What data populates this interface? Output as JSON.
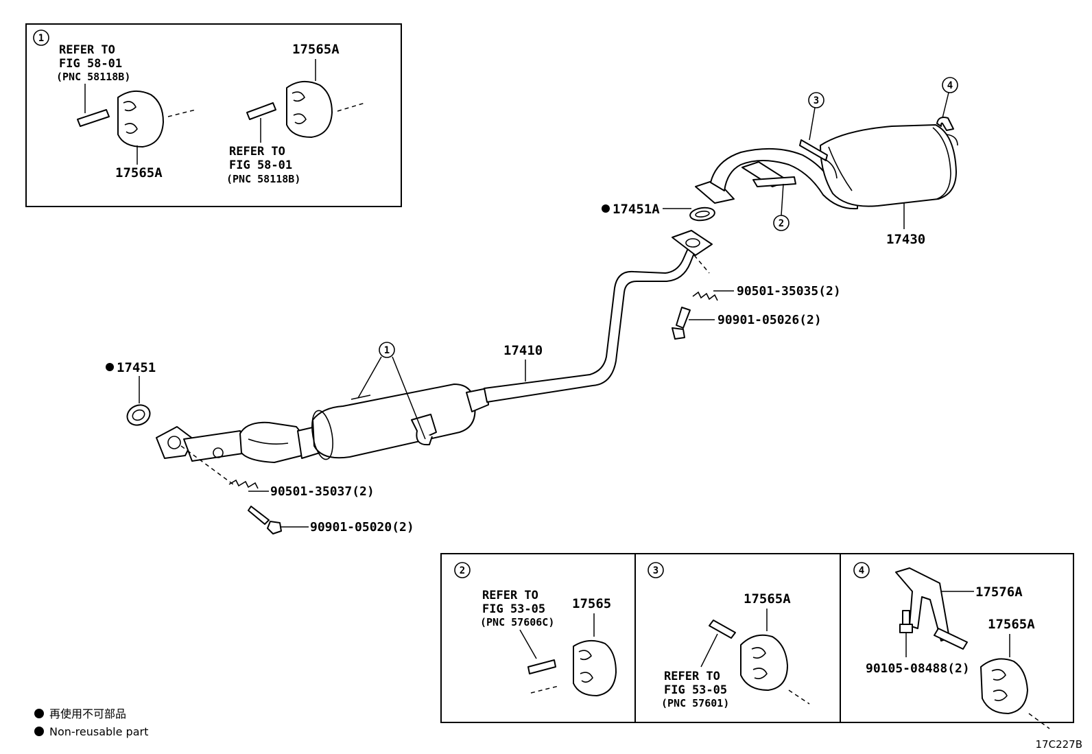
{
  "inset1": {
    "callout": "1",
    "left": {
      "ref_line1": "REFER TO",
      "ref_line2": "FIG 58-01",
      "ref_pnc": "(PNC 58118B)",
      "part": "17565A"
    },
    "right": {
      "ref_line1": "REFER TO",
      "ref_line2": "FIG 58-01",
      "ref_pnc": "(PNC 58118B)",
      "part": "17565A"
    }
  },
  "main": {
    "gasket_front": "17451",
    "gasket_rear": "17451A",
    "front_pipe": "17410",
    "tail_pipe": "17430",
    "spring_front": "90501-35037(2)",
    "bolt_front": "90901-05020(2)",
    "spring_rear": "90501-35035(2)",
    "bolt_rear": "90901-05026(2)",
    "callout_1": "1",
    "callout_2": "2",
    "callout_3": "3",
    "callout_4": "4"
  },
  "inset2": {
    "callout": "2",
    "ref_line1": "REFER TO",
    "ref_line2": "FIG 53-05",
    "ref_pnc": "(PNC 57606C)",
    "part": "17565"
  },
  "inset3": {
    "callout": "3",
    "ref_line1": "REFER TO",
    "ref_line2": "FIG 53-05",
    "ref_pnc": "(PNC 57601)",
    "part": "17565A"
  },
  "inset4": {
    "callout": "4",
    "bracket": "17576A",
    "bolt": "90105-08488(2)",
    "part": "17565A"
  },
  "legend": {
    "line1": "再使用不可部品",
    "line2": "Non-reusable part"
  },
  "figure_id": "17C227B"
}
